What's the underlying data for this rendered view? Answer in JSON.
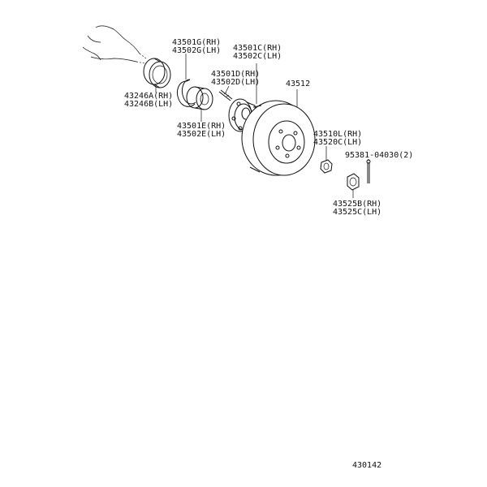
{
  "labels": {
    "p43501G": "43501G(RH)",
    "p43502G": "43502G(LH)",
    "p43501C": "43501C(RH)",
    "p43502C": "43502C(LH)",
    "p43501D": "43501D(RH)",
    "p43502D": "43502D(LH)",
    "p43512": "43512",
    "p43246A": "43246A(RH)",
    "p43246B": "43246B(LH)",
    "p43501E": "43501E(RH)",
    "p43502E": "43502E(LH)",
    "p43510L": "43510L(RH)",
    "p43520C": "43520C(LH)",
    "p95381": "95381-04030(2)",
    "p43525B": "43525B(RH)",
    "p43525C": "43525C(LH)"
  },
  "figure_code": "430142"
}
